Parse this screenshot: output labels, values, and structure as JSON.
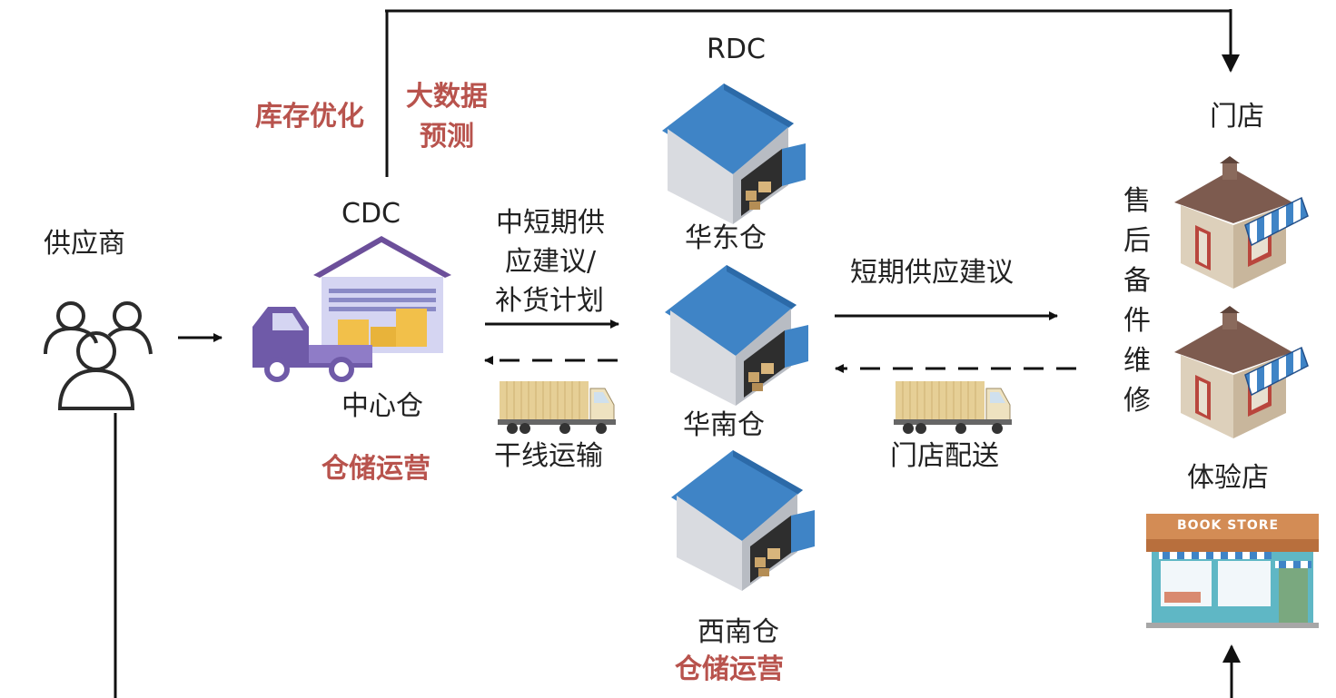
{
  "labels": {
    "supplier": "供应商",
    "cdc": "CDC",
    "central_warehouse": "中心仓",
    "warehouse_ops_left": "仓储运营",
    "inventory_opt": "库存优化",
    "big_data_line1": "大数据",
    "big_data_line2": "预测",
    "rdc": "RDC",
    "east_warehouse": "华东仓",
    "south_warehouse": "华南仓",
    "southwest_warehouse": "西南仓",
    "warehouse_ops_bottom": "仓储运营",
    "mid_short_line1": "中短期供",
    "mid_short_line2": "应建议/",
    "mid_short_line3": "补货计划",
    "trunk_transport": "干线运输",
    "short_term_supply": "短期供应建议",
    "store_delivery": "门店配送",
    "store": "门店",
    "after_sales": "售后备件维修",
    "experience_store": "体验店",
    "book_store_sign": "BOOK STORE"
  },
  "colors": {
    "accent_red": "#b8534d",
    "roof_blue": "#3f84c6",
    "truck_purple": "#6f5aa8",
    "box_yellow": "#f2c04a",
    "arrow": "#111111"
  }
}
